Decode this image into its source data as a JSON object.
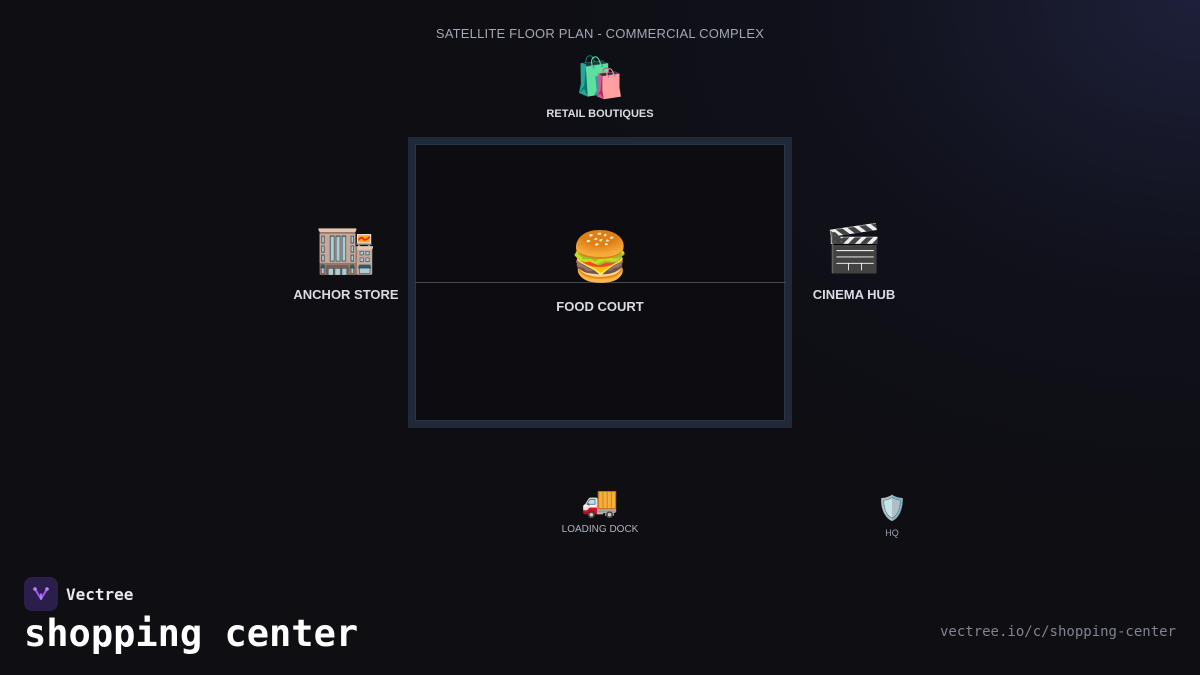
{
  "diagram": {
    "title": "SATELLITE FLOOR PLAN - COMMERCIAL COMPLEX",
    "nodes": {
      "retail": {
        "icon": "shopping-bags-icon",
        "glyph": "🛍️",
        "label": "RETAIL BOUTIQUES"
      },
      "anchor": {
        "icon": "department-store-icon",
        "glyph": "🏬",
        "label": "ANCHOR STORE"
      },
      "food": {
        "icon": "burger-icon",
        "glyph": "🍔",
        "label": "FOOD COURT"
      },
      "cinema": {
        "icon": "clapper-board-icon",
        "glyph": "🎬",
        "label": "CINEMA HUB"
      },
      "dock": {
        "icon": "delivery-truck-icon",
        "glyph": "🚚",
        "label": "LOADING DOCK"
      },
      "hq": {
        "icon": "shield-icon",
        "glyph": "🛡️",
        "label": "HQ"
      }
    }
  },
  "footer": {
    "brand": "Vectree",
    "brand_icon": "vectree-logo-icon",
    "title": "shopping center",
    "url": "vectree.io/c/shopping-center"
  },
  "colors": {
    "background": "#0e0e13",
    "court_border": "#1f2937",
    "logo_bg": "#2a1f4a",
    "logo_accent": "#a855f7"
  }
}
